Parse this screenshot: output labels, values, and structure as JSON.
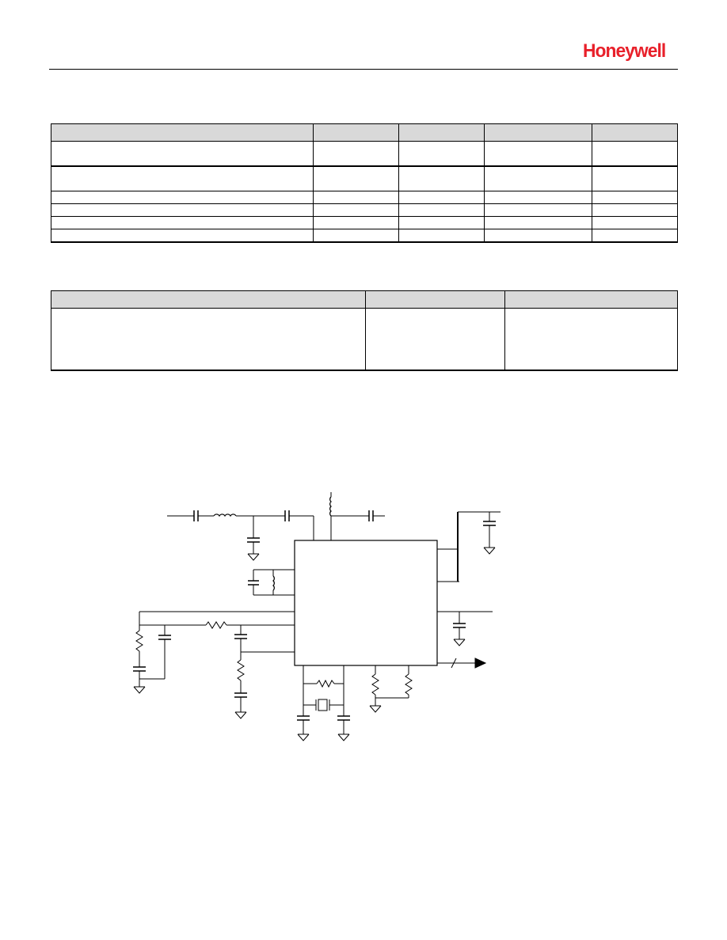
{
  "header": {
    "logo_text": "Honeywell",
    "brand_color": "#e8202a"
  },
  "tables": [
    {
      "columns": 5,
      "rows": 6
    },
    {
      "columns": 3,
      "rows": 1
    }
  ],
  "schematic": {
    "components": [
      "capacitor",
      "inductor",
      "resistor",
      "crystal",
      "ground",
      "ic",
      "bus-output-arrow"
    ]
  }
}
